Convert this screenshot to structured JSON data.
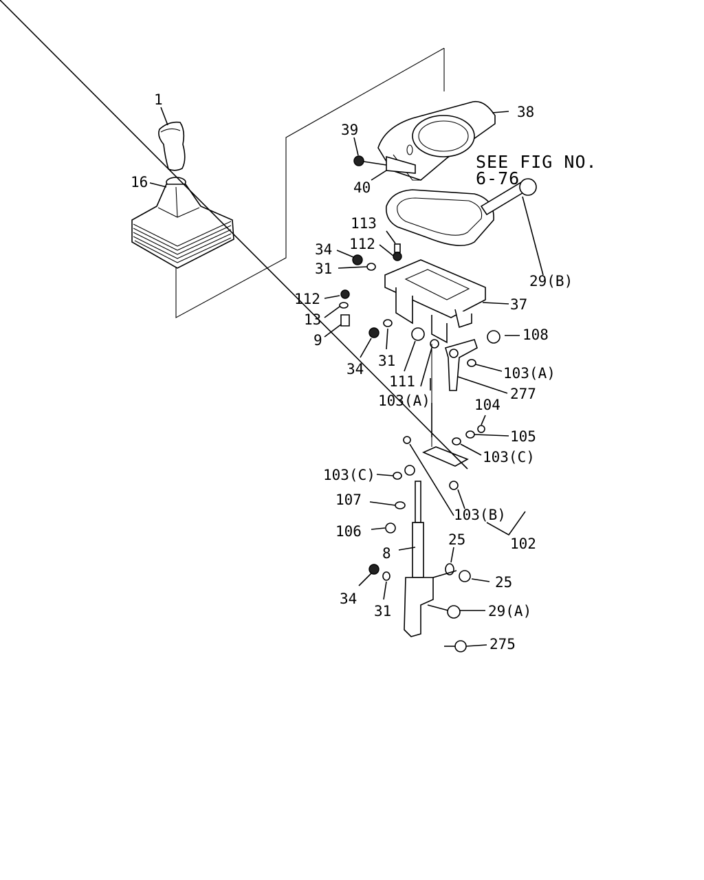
{
  "note": {
    "line1": "SEE FIG NO.",
    "line2": "6-76"
  },
  "labels": {
    "l1": "1",
    "l16": "16",
    "l39": "39",
    "l40": "40",
    "l38": "38",
    "l113": "113",
    "l112a": "112",
    "l34a": "34",
    "l31a": "31",
    "l112b": "112",
    "l13": "13",
    "l9": "9",
    "l34b": "34",
    "l31b": "31",
    "l111": "111",
    "l103a_left": "103(A)",
    "l103a_right": "103(A)",
    "l29b": "29(B)",
    "l37": "37",
    "l108": "108",
    "l277": "277",
    "l104": "104",
    "l105": "105",
    "l103c_right": "103(C)",
    "l103c_left": "103(C)",
    "l107": "107",
    "l103b": "103(B)",
    "l106": "106",
    "l102": "102",
    "l8": "8",
    "l25a": "25",
    "l25b": "25",
    "l34c": "34",
    "l31c": "31",
    "l29a": "29(A)",
    "l275": "275"
  }
}
